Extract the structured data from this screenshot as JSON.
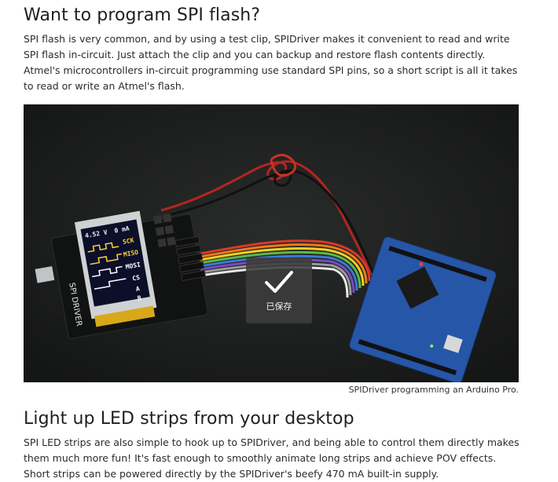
{
  "section1": {
    "heading": "Want to program SPI flash?",
    "paragraph": "SPI flash is very common, and by using a test clip, SPIDriver makes it convenient to read and write SPI flash in-circuit. Just attach the clip and you can backup and restore flash contents directly. Atmel's microcontrollers in-circuit programming use standard SPI pins, so a short script is all it takes to read or write an Atmel's flash."
  },
  "figure": {
    "caption": "SPIDriver programming an Arduino Pro.",
    "screen_readout": {
      "voltage": "4.52 V",
      "current": "0 mA",
      "sck": "SCK",
      "miso": "MISO",
      "mosi": "MOSI",
      "cs": "CS",
      "a": "A",
      "b": "B"
    },
    "board_text": "SPI DRIVER"
  },
  "toast": {
    "label": "已保存",
    "icon": "checkmark-icon"
  },
  "section2": {
    "heading": "Light up LED strips from your desktop",
    "paragraph": "SPI LED strips are also simple to hook up to SPIDriver, and being able to control them directly makes them much more fun! It's fast enough to smoothly animate long strips and achieve POV effects. Short strips can be powered directly by the SPIDriver's beefy 470 mA built-in supply."
  }
}
